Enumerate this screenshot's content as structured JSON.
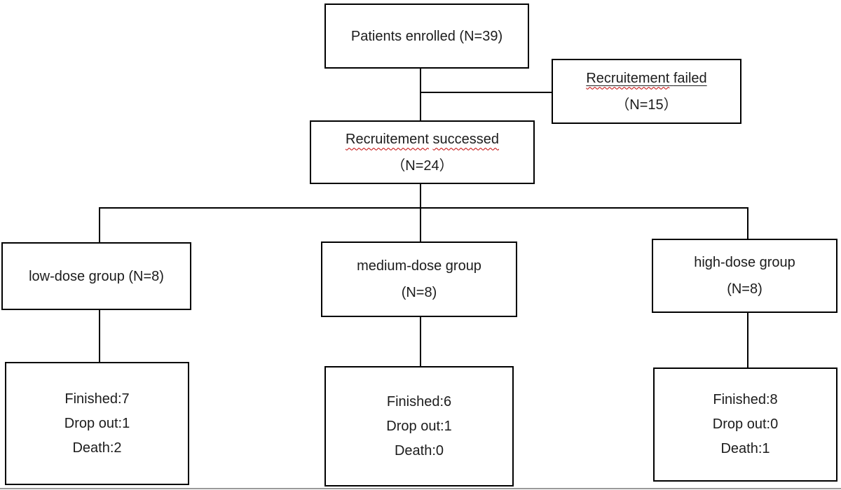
{
  "colors": {
    "background": "#ffffff",
    "box_border": "#000000",
    "connector": "#000000",
    "text": "#1c1c1c",
    "spellcheck_squiggle": "#c00000"
  },
  "boxes": {
    "enrolled": {
      "text": "Patients enrolled (N=39)"
    },
    "failed": {
      "word1": "Recruitement",
      "word2": "failed",
      "line2": "（N=15）"
    },
    "successed": {
      "word1": "Recruitement",
      "word2": "successed",
      "line2": "（N=24）"
    },
    "low_dose": {
      "line1": "low-dose group (N=8)"
    },
    "medium_dose": {
      "line1": "medium-dose group",
      "line2": "(N=8)"
    },
    "high_dose": {
      "line1": "high-dose group",
      "line2": "(N=8)"
    },
    "outcome_low": {
      "finished": "Finished:7",
      "dropout": "Drop out:1",
      "death": "Death:2"
    },
    "outcome_medium": {
      "finished": "Finished:6",
      "dropout": "Drop out:1",
      "death": "Death:0"
    },
    "outcome_high": {
      "finished": "Finished:8",
      "dropout": "Drop out:0",
      "death": "Death:1"
    }
  }
}
